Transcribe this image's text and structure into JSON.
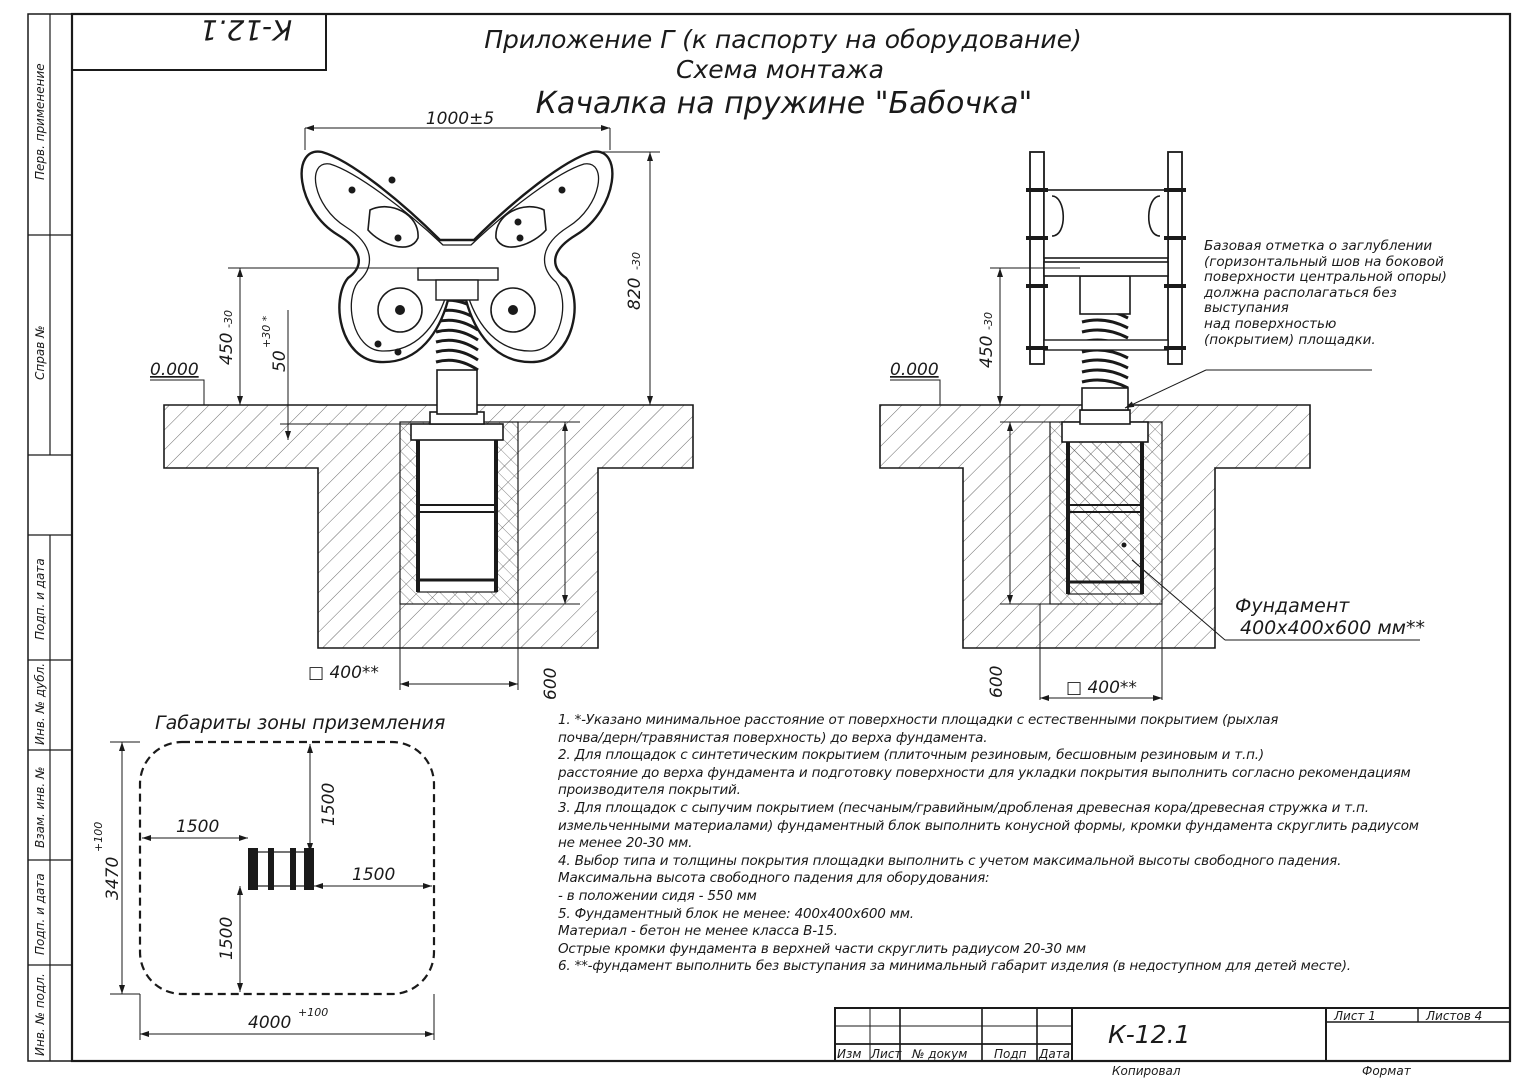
{
  "stamp": {
    "code_rotated": "К-12.1",
    "sheet_code": "К-12.1",
    "sheet_label": "Лист 1",
    "sheets_label": "Листов 4",
    "copied_label": "Копировал",
    "format_label": "Формат"
  },
  "title_block": {
    "cols": [
      "Изм",
      "Лист",
      "№ докум",
      "Подп",
      "Дата"
    ]
  },
  "side_labels": [
    "Перв. применение",
    "Справ №",
    "Подп. и дата",
    "Инв. № дубл.",
    "Взам. инв. №",
    "Подп. и дата",
    "Инв. № подл."
  ],
  "heading": {
    "line1": "Приложение Г (к паспорту на оборудование)",
    "line2": "Схема монтажа",
    "line3": "Качалка на пружине \"Бабочка\""
  },
  "front_view": {
    "width_dim": "1000±5",
    "height_dim": "820",
    "height_tol": "-30",
    "base_dim": "450",
    "base_tol": "-30",
    "depth_dim": "50",
    "depth_tol": "+30 *",
    "level": "0.000",
    "square": "□ 400**",
    "found_depth": "600"
  },
  "side_view": {
    "base_dim": "450",
    "base_tol": "-30",
    "level": "0.000",
    "square": "□ 400**",
    "found_depth": "600",
    "callout": [
      "Базовая отметка о заглублении",
      "(горизонтальный шов на боковой",
      "поверхности центральной опоры)",
      "должна располагаться без",
      "выступания",
      "над поверхностью",
      "(покрытием) площадки."
    ],
    "foundation_label": "Фундамент",
    "foundation_size": "400х400х600 мм**"
  },
  "landing_zone": {
    "title": "Габариты зоны приземления",
    "left": "1500",
    "top": "1500",
    "right": "1500",
    "bottom": "1500",
    "height": "3470",
    "height_tol": "+100",
    "width": "4000",
    "width_tol": "+100"
  },
  "notes": [
    "1.  *-Указано минимальное расстояние от поверхности площадки с естественными покрытием (рыхлая",
    "почва/дерн/травянистая поверхность) до верха фундамента.",
    "2. Для площадок с синтетическим покрытием (плиточным резиновым, бесшовным резиновым и т.п.)",
    "расстояние до верха фундамента и подготовку поверхности для укладки покрытия выполнить согласно рекомендациям",
    "производителя покрытий.",
    "3. Для площадок с сыпучим покрытием (песчаным/гравийным/дробленая древесная кора/древесная стружка и т.п.",
    "измельченными материалами) фундаментный блок выполнить конусной формы, кромки фундамента скруглить радиусом",
    "не менее 20-30 мм.",
    "4. Выбор типа и толщины покрытия площадки выполнить с учетом максимальной высоты свободного падения.",
    "   Максимальна высота свободного падения для оборудования:",
    "     - в положении сидя - 550 мм",
    "5. Фундаментный блок не менее: 400х400х600 мм.",
    "           Материал - бетон не менее класса В-15.",
    "           Острые кромки фундамента в верхней части скруглить радиусом 20-30 мм",
    "6.  **-фундамент выполнить без выступания за минимальный габарит изделия (в недоступном для детей месте)."
  ]
}
